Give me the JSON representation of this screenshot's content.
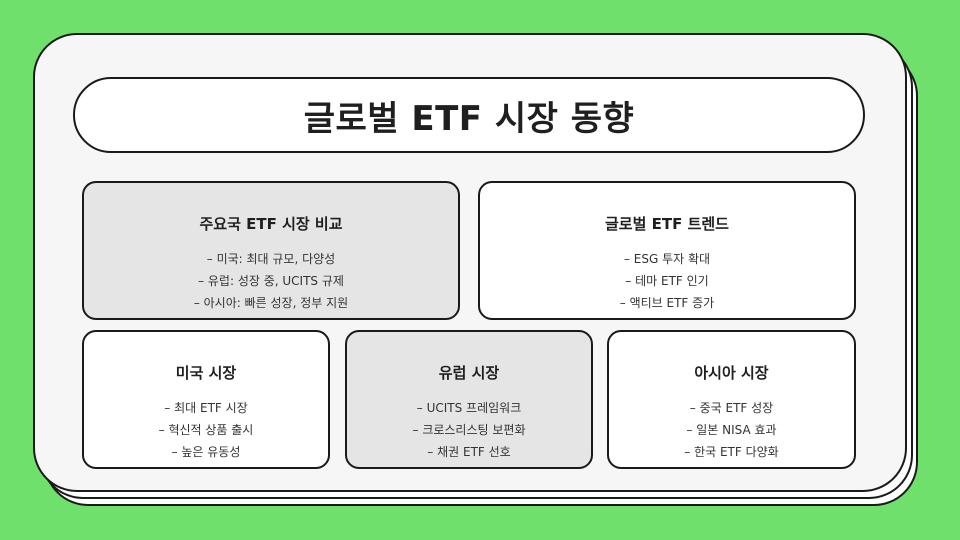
{
  "title": "글로벌 ETF 시장 동향",
  "cards": [
    {
      "title": "주요국 ETF 시장 비교",
      "items": [
        "– 미국: 최대 규모, 다양성",
        "– 유럽: 성장 중, UCITS 규제",
        "– 아시아: 빠른 성장, 정부 지원"
      ]
    },
    {
      "title": "글로벌 ETF 트렌드",
      "items": [
        "– ESG 투자 확대",
        "– 테마 ETF 인기",
        "– 액티브 ETF 증가"
      ]
    },
    {
      "title": "미국 시장",
      "items": [
        "– 최대 ETF 시장",
        "– 혁신적 상품 출시",
        "– 높은 유동성"
      ]
    },
    {
      "title": "유럽 시장",
      "items": [
        "– UCITS 프레임워크",
        "– 크로스리스팅 보편화",
        "– 채권 ETF 선호"
      ]
    },
    {
      "title": "아시아 시장",
      "items": [
        "– 중국 ETF 성장",
        "– 일본 NISA 효과",
        "– 한국 ETF 다양화"
      ]
    }
  ],
  "colors": {
    "background": "#6ee06b",
    "card_gray": "#e5e5e5",
    "card_white": "#ffffff",
    "outline": "#1a1a1a"
  }
}
